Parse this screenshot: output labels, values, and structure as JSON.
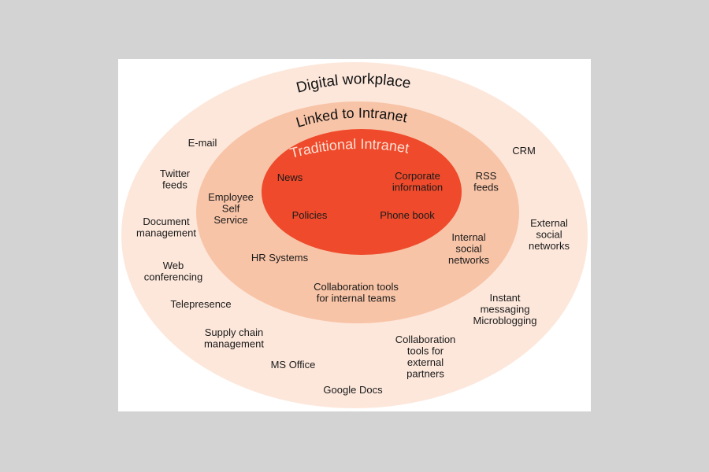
{
  "colors": {
    "background": "#d4d3d3",
    "outer_ring": "#fde7db",
    "middle_ring": "#f8c4a7",
    "inner_core": "#ee4a2b"
  },
  "rings": {
    "outer": {
      "title": "Digital workplace",
      "items": [
        [
          "E-mail"
        ],
        [
          "Twitter",
          "feeds"
        ],
        [
          "Document",
          "management"
        ],
        [
          "Web",
          "conferencing"
        ],
        [
          "Telepresence"
        ],
        [
          "Supply chain",
          "management"
        ],
        [
          "MS Office"
        ],
        [
          "Google Docs"
        ],
        [
          "Collaboration",
          "tools for",
          "external",
          "partners"
        ],
        [
          "Instant",
          "messaging",
          "Microblogging"
        ],
        [
          "External",
          "social",
          "networks"
        ],
        [
          "CRM"
        ]
      ]
    },
    "middle": {
      "title": "Linked to Intranet",
      "items": [
        [
          "Employee",
          "Self",
          "Service"
        ],
        [
          "HR Systems"
        ],
        [
          "Collaboration tools",
          "for internal teams"
        ],
        [
          "Internal",
          "social",
          "networks"
        ],
        [
          "RSS",
          "feeds"
        ]
      ]
    },
    "inner": {
      "title": "Traditional Intranet",
      "items": [
        [
          "News"
        ],
        [
          "Corporate",
          "information"
        ],
        [
          "Policies"
        ],
        [
          "Phone book"
        ]
      ]
    }
  }
}
